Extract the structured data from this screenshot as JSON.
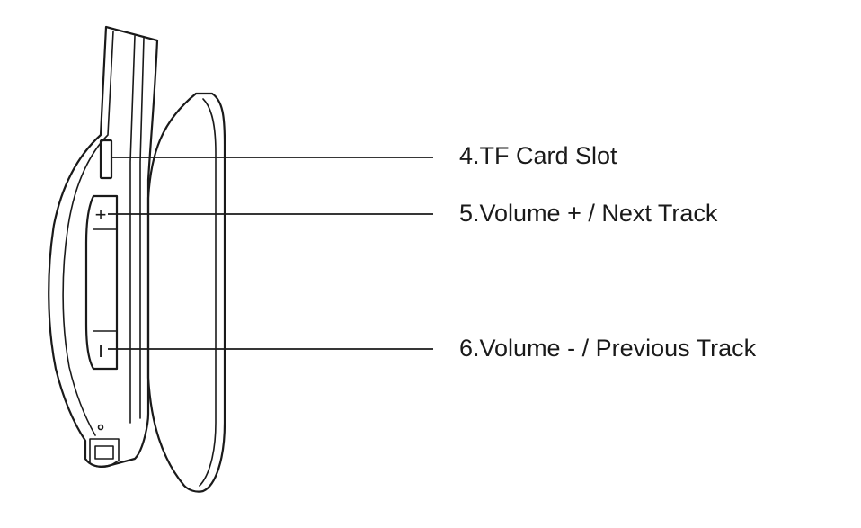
{
  "labels": {
    "tf_card_slot": "4.TF Card Slot",
    "volume_up": "5.Volume + / Next Track",
    "volume_down": "6.Volume - / Previous Track"
  },
  "buttons": {
    "plus_symbol": "+",
    "minus_symbol": "I"
  }
}
